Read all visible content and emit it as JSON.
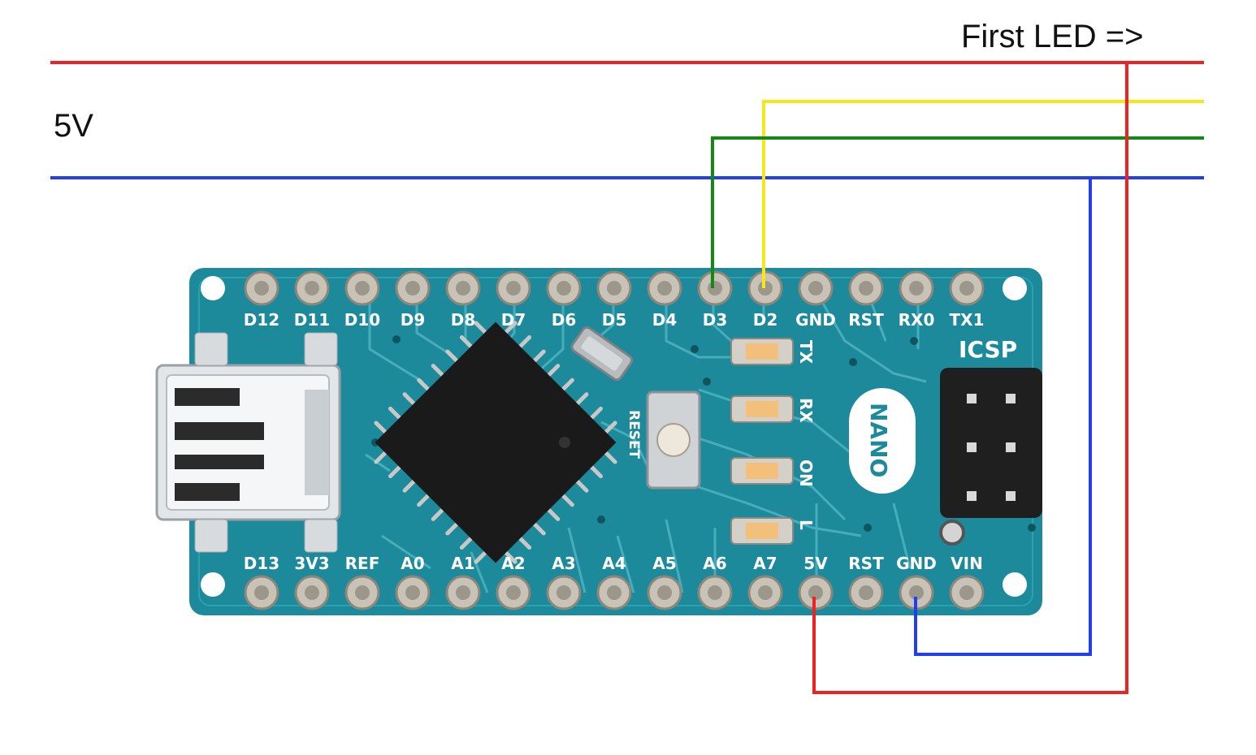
{
  "labels": {
    "first_led": "First LED =>",
    "rail_5v": "5V"
  },
  "board": {
    "top_pins": [
      "D12",
      "D11",
      "D10",
      "D9",
      "D8",
      "D7",
      "D6",
      "D5",
      "D4",
      "D3",
      "D2",
      "GND",
      "RST",
      "RX0",
      "TX1"
    ],
    "bottom_pins": [
      "D13",
      "3V3",
      "REF",
      "A0",
      "A1",
      "A2",
      "A3",
      "A4",
      "A5",
      "A6",
      "A7",
      "5V",
      "RST",
      "GND",
      "VIN"
    ],
    "icsp": "ICSP",
    "reset": "RESET",
    "chip_label": "NANO",
    "leds": [
      "TX",
      "RX",
      "ON",
      "L"
    ]
  },
  "wires": {
    "red": "#ee2222",
    "blue": "#1f3ff0",
    "green": "#138a13",
    "yellow": "#f5e81a"
  },
  "colors": {
    "pcb": "#1c8a9a",
    "pcb_dark": "#146f7d",
    "trace": "#4fb4c2"
  }
}
